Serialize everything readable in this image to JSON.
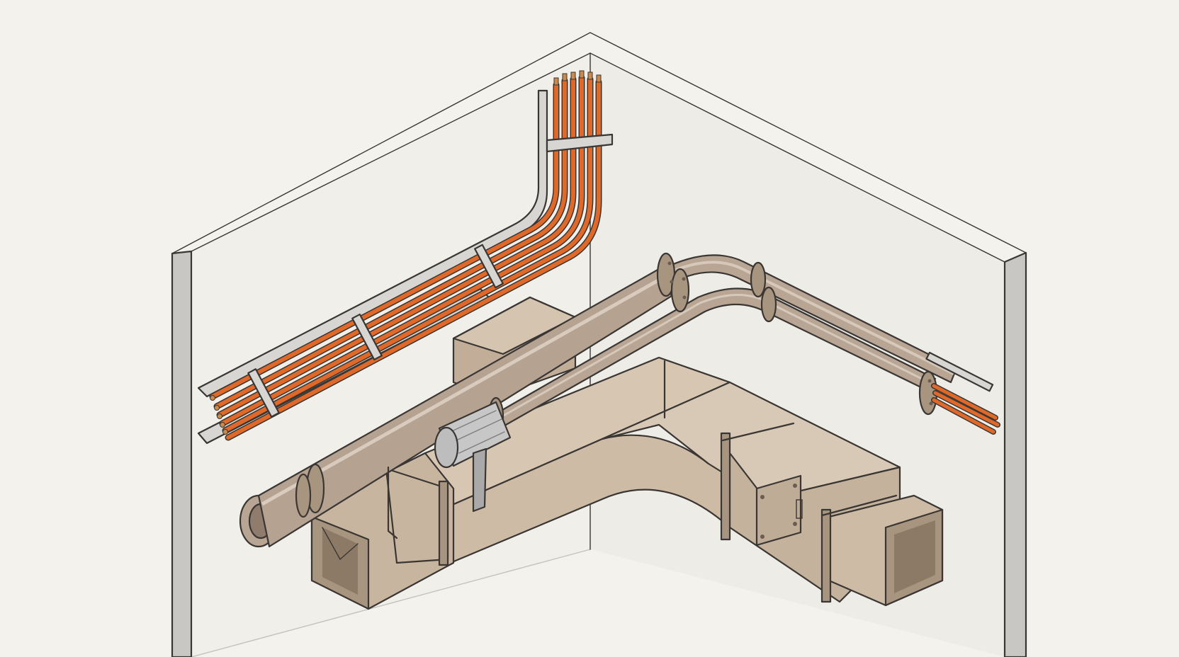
{
  "colors": {
    "paper": "#f4f2ed",
    "wall": "#f1efea",
    "wall_edge": "#c9c7c4",
    "ink": "#3a3633",
    "duct": "#cdbba6",
    "duct_dark": "#a8957f",
    "duct_inner": "#8c7a66",
    "pipe": "#b8a593",
    "pipe_dark": "#8f7c6c",
    "cable": "#e0692a",
    "copper": "#c98a4b",
    "tray": "#d7d6d3",
    "insulation": "#bdbdbd"
  },
  "components": [
    {
      "name": "wall-corner"
    },
    {
      "name": "cable-tray-with-copper-cables"
    },
    {
      "name": "rectangular-air-duct-with-access-panel"
    },
    {
      "name": "flanged-pipes"
    },
    {
      "name": "insulation-wrap"
    }
  ]
}
